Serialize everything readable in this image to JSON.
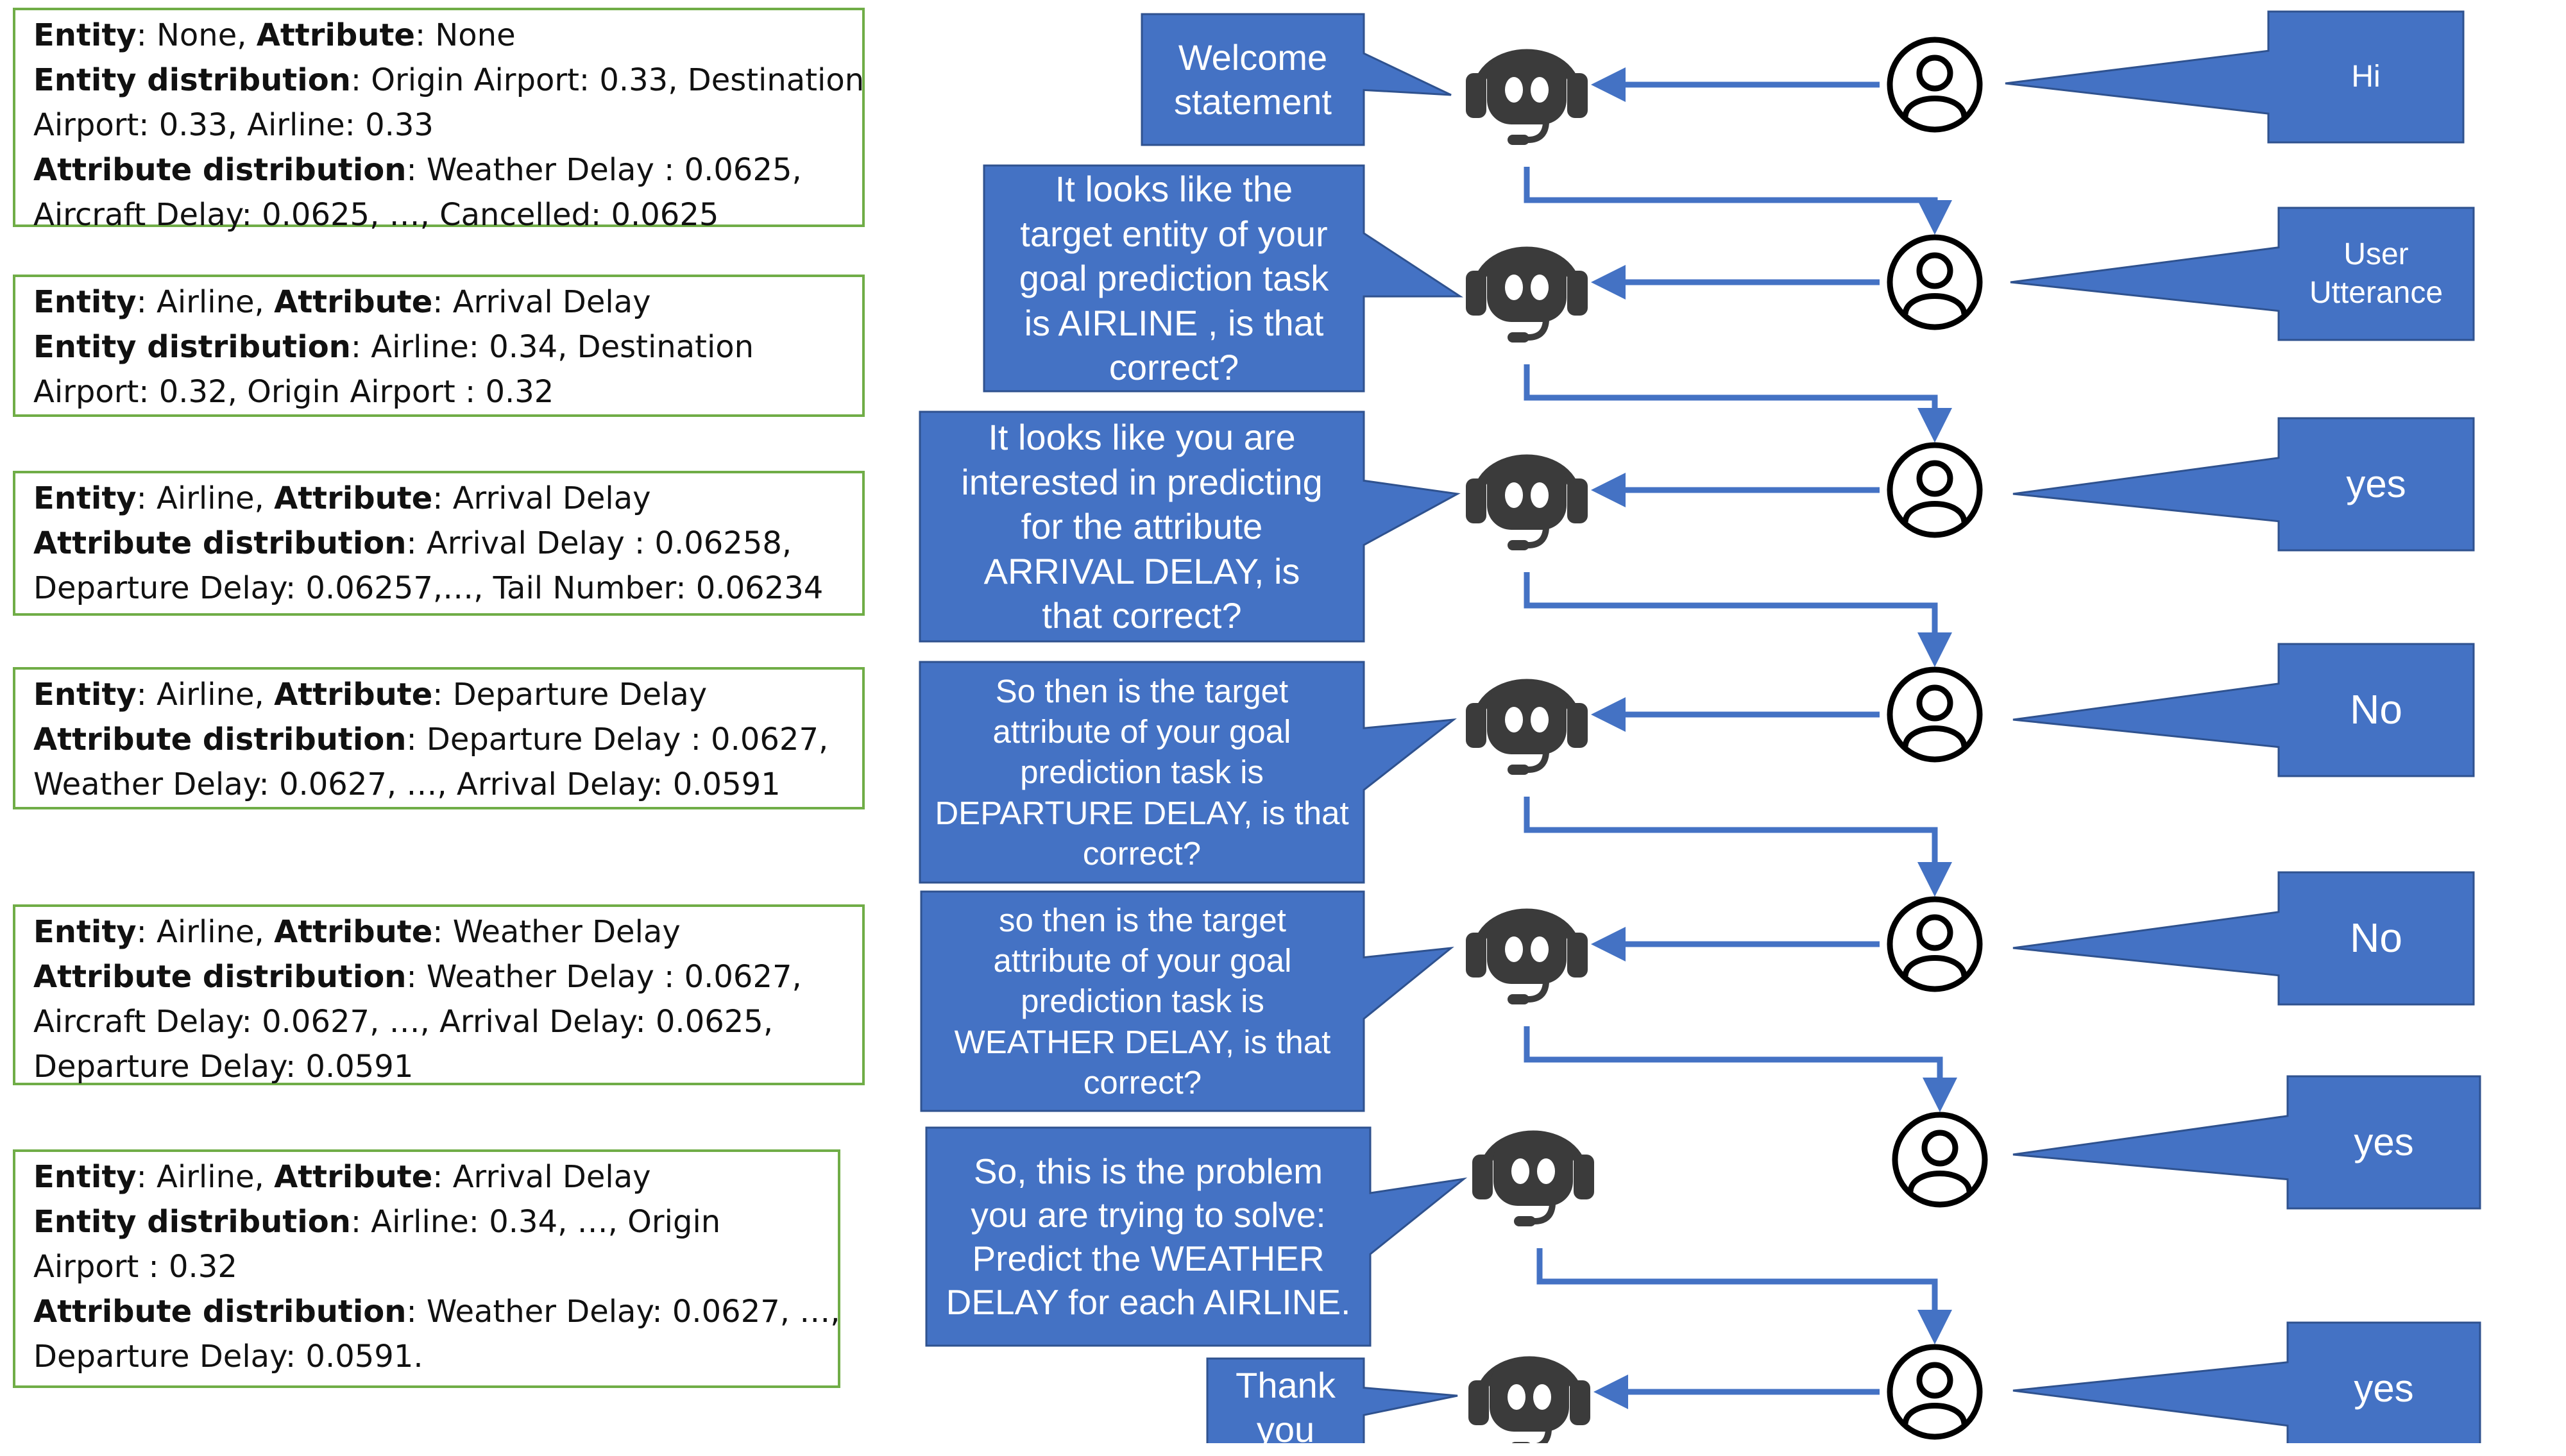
{
  "states": [
    {
      "lines": [
        [
          [
            "Entity",
            true
          ],
          [
            ": None, ",
            false
          ],
          [
            "Attribute",
            true
          ],
          [
            ": None",
            false
          ]
        ],
        [
          [
            "Entity distribution",
            true
          ],
          [
            ": Origin Airport: 0.33, Destination",
            false
          ]
        ],
        [
          [
            "Airport:  0.33, Airline: 0.33",
            false
          ]
        ],
        [
          [
            "Attribute distribution",
            true
          ],
          [
            ": Weather Delay : 0.0625,",
            false
          ]
        ],
        [
          [
            "Aircraft Delay: 0.0625, …, Cancelled: 0.0625",
            false
          ]
        ]
      ]
    },
    {
      "lines": [
        [
          [
            "Entity",
            true
          ],
          [
            ": Airline, ",
            false
          ],
          [
            "Attribute",
            true
          ],
          [
            ": Arrival Delay",
            false
          ]
        ],
        [
          [
            "Entity distribution",
            true
          ],
          [
            ": Airline: 0.34, Destination",
            false
          ]
        ],
        [
          [
            "Airport:  0.32, Origin Airport : 0.32",
            false
          ]
        ]
      ]
    },
    {
      "lines": [
        [
          [
            "Entity",
            true
          ],
          [
            ": Airline, ",
            false
          ],
          [
            "Attribute",
            true
          ],
          [
            ": Arrival Delay",
            false
          ]
        ],
        [
          [
            "Attribute distribution",
            true
          ],
          [
            ": Arrival Delay : 0.06258,",
            false
          ]
        ],
        [
          [
            "Departure Delay: 0.06257,…, Tail Number: 0.06234",
            false
          ]
        ]
      ]
    },
    {
      "lines": [
        [
          [
            "Entity",
            true
          ],
          [
            ": Airline, ",
            false
          ],
          [
            "Attribute",
            true
          ],
          [
            ": Departure Delay",
            false
          ]
        ],
        [
          [
            "Attribute distribution",
            true
          ],
          [
            ": Departure Delay : 0.0627,",
            false
          ]
        ],
        [
          [
            "Weather Delay: 0.0627, …, Arrival Delay: 0.0591",
            false
          ]
        ]
      ]
    },
    {
      "lines": [
        [
          [
            "Entity",
            true
          ],
          [
            ": Airline, ",
            false
          ],
          [
            "Attribute",
            true
          ],
          [
            ": Weather Delay",
            false
          ]
        ],
        [
          [
            "Attribute distribution",
            true
          ],
          [
            ": Weather Delay : 0.0627,",
            false
          ]
        ],
        [
          [
            "Aircraft Delay: 0.0627, …, Arrival Delay: 0.0625,",
            false
          ]
        ],
        [
          [
            "Departure Delay: 0.0591",
            false
          ]
        ]
      ]
    },
    {
      "lines": [
        [
          [
            "Entity",
            true
          ],
          [
            ": Airline, ",
            false
          ],
          [
            "Attribute",
            true
          ],
          [
            ": Arrival Delay",
            false
          ]
        ],
        [
          [
            "Entity distribution",
            true
          ],
          [
            ": Airline: 0.34, …, Origin",
            false
          ]
        ],
        [
          [
            "Airport : 0.32",
            false
          ]
        ],
        [
          [
            "Attribute distribution",
            true
          ],
          [
            ": Weather Delay: 0.0627, …,",
            false
          ]
        ],
        [
          [
            "Departure Delay: 0.0591.",
            false
          ]
        ]
      ]
    }
  ],
  "bot_messages": [
    "Welcome\nstatement",
    "It looks like the\ntarget entity of your\ngoal prediction task\nis AIRLINE , is that\ncorrect?",
    "It looks like you are\ninterested in predicting\nfor the attribute\nARRIVAL DELAY, is\nthat correct?",
    "So then is the target\nattribute of your goal\nprediction task is\nDEPARTURE DELAY, is that\ncorrect?",
    "so then is the target\nattribute of your goal\nprediction task is\nWEATHER DELAY, is that\ncorrect?",
    "So, this is the problem\nyou are trying to solve:\nPredict the WEATHER\nDELAY for each AIRLINE.",
    "Thank\nyou"
  ],
  "user_messages": [
    "Hi",
    "User\nUtterance",
    "yes",
    "No",
    "No",
    "yes",
    "yes"
  ],
  "colors": {
    "bubble": "#4472c4",
    "arrow": "#4472c4",
    "state_border": "#70ad47",
    "icon": "#3b3b3b"
  },
  "icons": {
    "bot": "chatbot-headset-icon",
    "user": "user-circle-icon"
  }
}
